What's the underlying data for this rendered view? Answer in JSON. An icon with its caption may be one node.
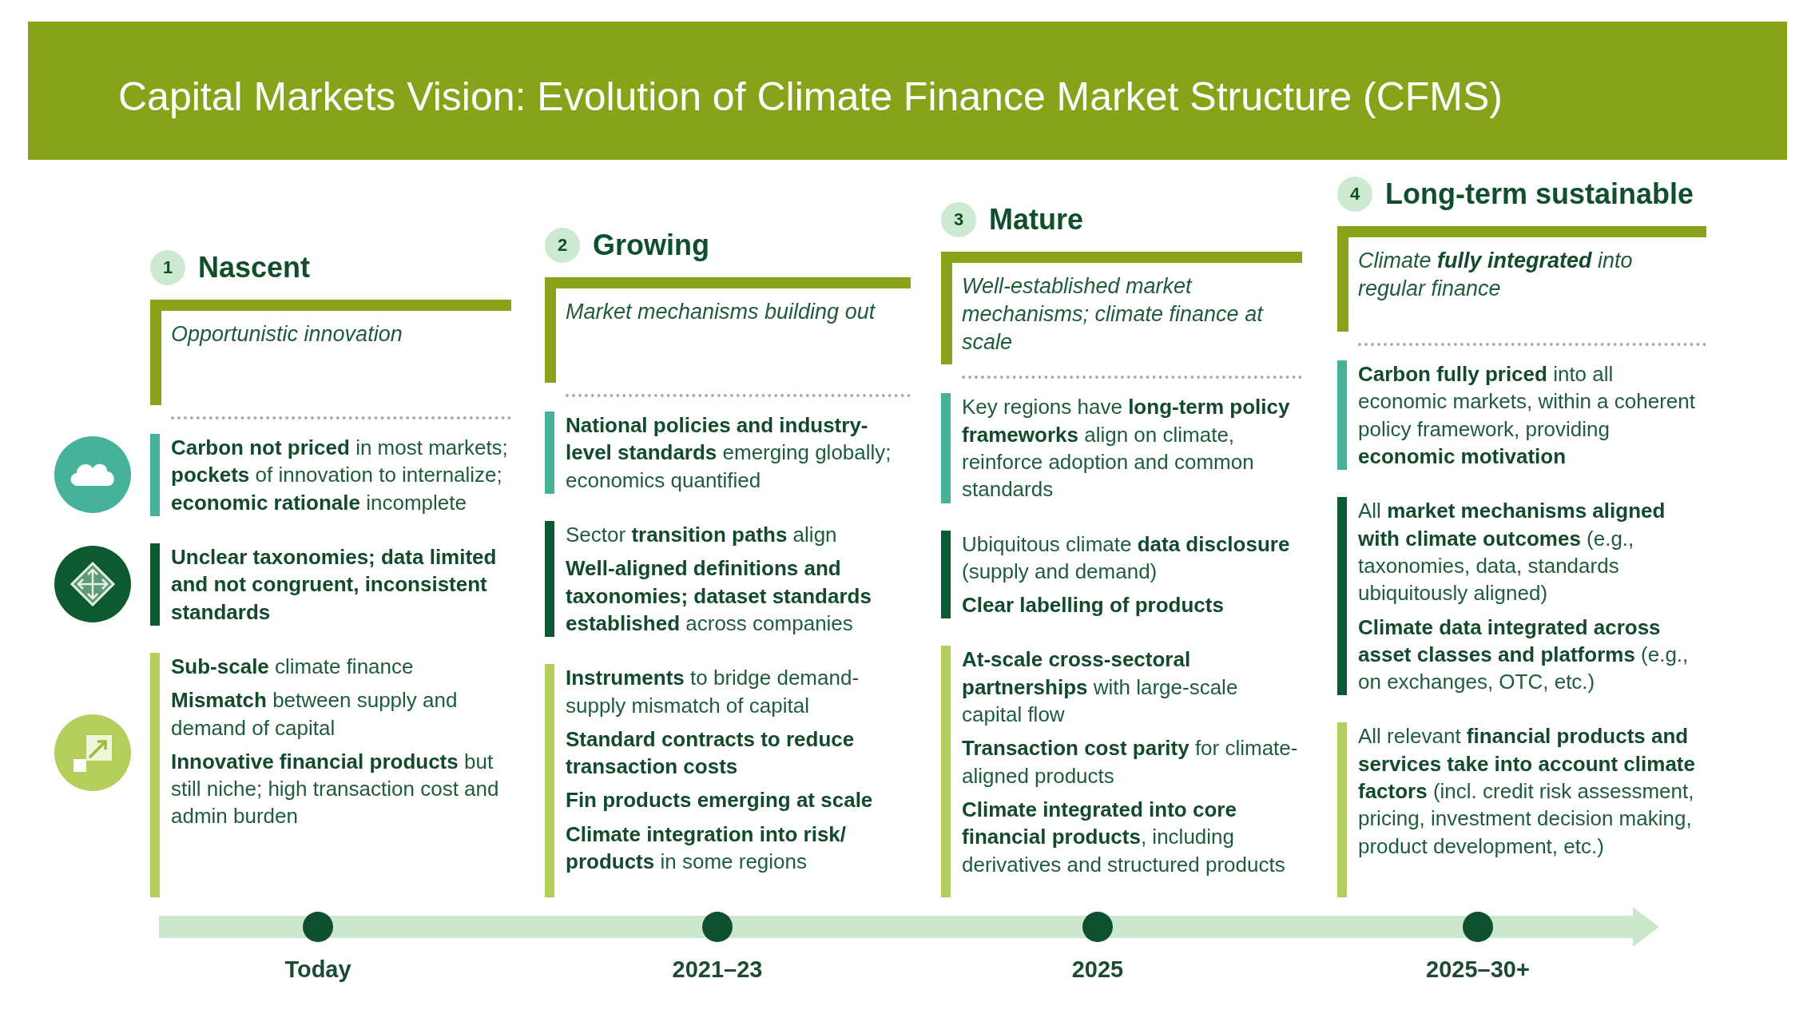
{
  "diagram": {
    "title": "Capital Markets Vision: Evolution of Climate Finance Market Structure (CFMS)",
    "nodes": [
      {
        "text": [
          "1"
        ],
        "beside": [
          "Nascent"
        ]
      },
      {
        "text": [
          "Opportunistic innovation"
        ]
      },
      {
        "text": [
          "**Carbon not priced** in most markets; **pockets** of innovation to internalize; **economic rationale** incomplete"
        ]
      },
      {
        "text": [
          "Unclear taxonomies; data limited and not congruent, inconsistent standards"
        ]
      },
      {
        "text": [
          "**Sub-scale** climate finance",
          "**Mismatch** between supply and demand of capital",
          "**Innovative financial products** but still niche; high transaction cost and admin burden"
        ]
      },
      {
        "text": [
          "2"
        ],
        "beside": [
          "Growing"
        ]
      },
      {
        "text": [
          "Market mechanisms building out"
        ]
      },
      {
        "text": [
          "**National policies and industry-level standards** emerging globally; economics quantified"
        ]
      },
      {
        "text": [
          "Sector **transition paths** align",
          "**Well-aligned definitions and taxonomies; dataset standards established** across companies"
        ]
      },
      {
        "text": [
          "**Instruments** to bridge demand-supply mismatch of capital",
          "Standard contracts to reduce transaction costs",
          "Fin products emerging at scale",
          "**Climate integration into risk/ products** in some regions"
        ]
      },
      {
        "text": [
          "3"
        ],
        "beside": [
          "Mature"
        ]
      },
      {
        "text": [
          "Well-established market mechanisms; climate finance at scale"
        ]
      },
      {
        "text": [
          "Key regions have **long-term policy frameworks** align on climate, reinforce adoption and common standards"
        ]
      },
      {
        "text": [
          "Ubiquitous climate **data disclosure** (supply and demand)",
          "Clear labelling of products"
        ]
      },
      {
        "text": [
          "**At-scale cross-sectoral partnerships** with large-scale capital flow",
          "**Transaction cost parity** for climate-aligned products",
          "**Climate integrated into core financial products**, including derivatives and structured products"
        ]
      },
      {
        "text": [
          "4"
        ],
        "beside": [
          "Long-term sustainable"
        ]
      },
      {
        "text": [
          "Climate **fully integrated** into regular finance"
        ]
      },
      {
        "text": [
          "**Carbon fully priced** into all economic markets, within a coherent policy framework, providing **economic motivation**"
        ]
      },
      {
        "text": [
          "All **market mechanisms aligned with climate outcomes** (e.g., taxonomies, data, standards ubiquitously aligned)",
          "**Climate data integrated across asset classes and platforms** (e.g., on exchanges, OTC, etc.)"
        ]
      },
      {
        "text": [
          "All relevant **financial products and services take into account climate factors** (incl. credit risk assessment, pricing, investment decision making, product development, etc.)"
        ]
      }
    ],
    "labels": [
      "Today",
      "2021–23",
      "2025",
      "2025–30+"
    ]
  }
}
